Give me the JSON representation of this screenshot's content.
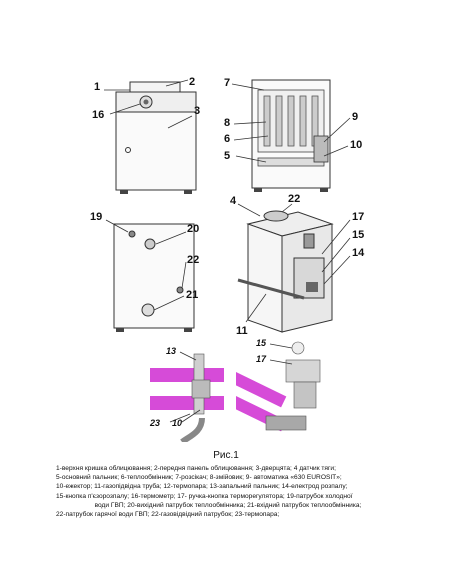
{
  "figure_a": {
    "callouts": [
      "1",
      "2",
      "16",
      "3"
    ]
  },
  "figure_b": {
    "callouts": [
      "7",
      "8",
      "6",
      "5",
      "9",
      "10"
    ]
  },
  "figure_c": {
    "callouts": [
      "19",
      "20",
      "22",
      "21"
    ]
  },
  "figure_d": {
    "callouts": [
      "4",
      "22",
      "17",
      "15",
      "14",
      "11"
    ]
  },
  "figure_e": {
    "callouts": [
      "13",
      "23",
      "10"
    ]
  },
  "figure_f": {
    "callouts": [
      "15",
      "17"
    ]
  },
  "caption": {
    "title": "Рис.1",
    "lines": [
      "1-верхня кришка облицювання; 2-передня панель облицювання; 3-дверцята; 4 датчик тяги;",
      "5-основний пальник; 6-теплообмінник; 7-розсікач; 8-змійовик; 9- автоматика «630 EUROSIT»;",
      "10-ежектор; 11-газопідвідна труба; 12-термопара; 13-запальний пальник; 14-електрод розпалу;",
      "15-кнопка п'єзорозпалу; 16-термометр; 17- ручка-кнопка терморегулятора; 19-патрубок холодної",
      "води ГВП; 20-вихідний патрубок теплообмінника; 21-вхідний патрубок теплообмінника;",
      "22-патрубок гарячої води ГВП; 22-газовідвідний патрубок; 23-термопара;"
    ]
  }
}
